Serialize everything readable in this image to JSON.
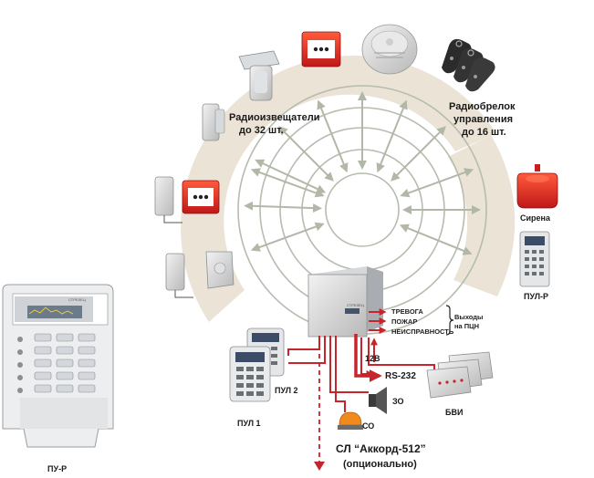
{
  "labels": {
    "radio_detectors_line1": "Радиоизвещатели",
    "radio_detectors_line2": "до 32 шт.",
    "radio_keyfob_line1": "Радиобрелок",
    "radio_keyfob_line2": "управления",
    "radio_keyfob_line3": "до 16 шт.",
    "siren": "Сирена",
    "pul_r_right": "ПУЛ-Р",
    "pu_r_left": "ПУ-Р",
    "pul1": "ПУЛ 1",
    "pul2": "ПУЛ 2",
    "bvi": "БВИ",
    "zo": "ЗО",
    "so": "СО",
    "v12": "12В",
    "rs232": "RS-232",
    "sl_line1": "СЛ “Аккорд-512”",
    "sl_line2": "(опционально)"
  },
  "outputs": {
    "items": [
      "ТРЕВОГА",
      "ПОЖАР",
      "НЕИСПРАВНОСТЬ"
    ],
    "group_line1": "Выходы",
    "group_line2": "на ПЦН"
  },
  "colors": {
    "ring": "#ebe4d6",
    "arrow": "#b2b8a8",
    "wire": "#c8242b",
    "device_red": "#d8262b"
  }
}
